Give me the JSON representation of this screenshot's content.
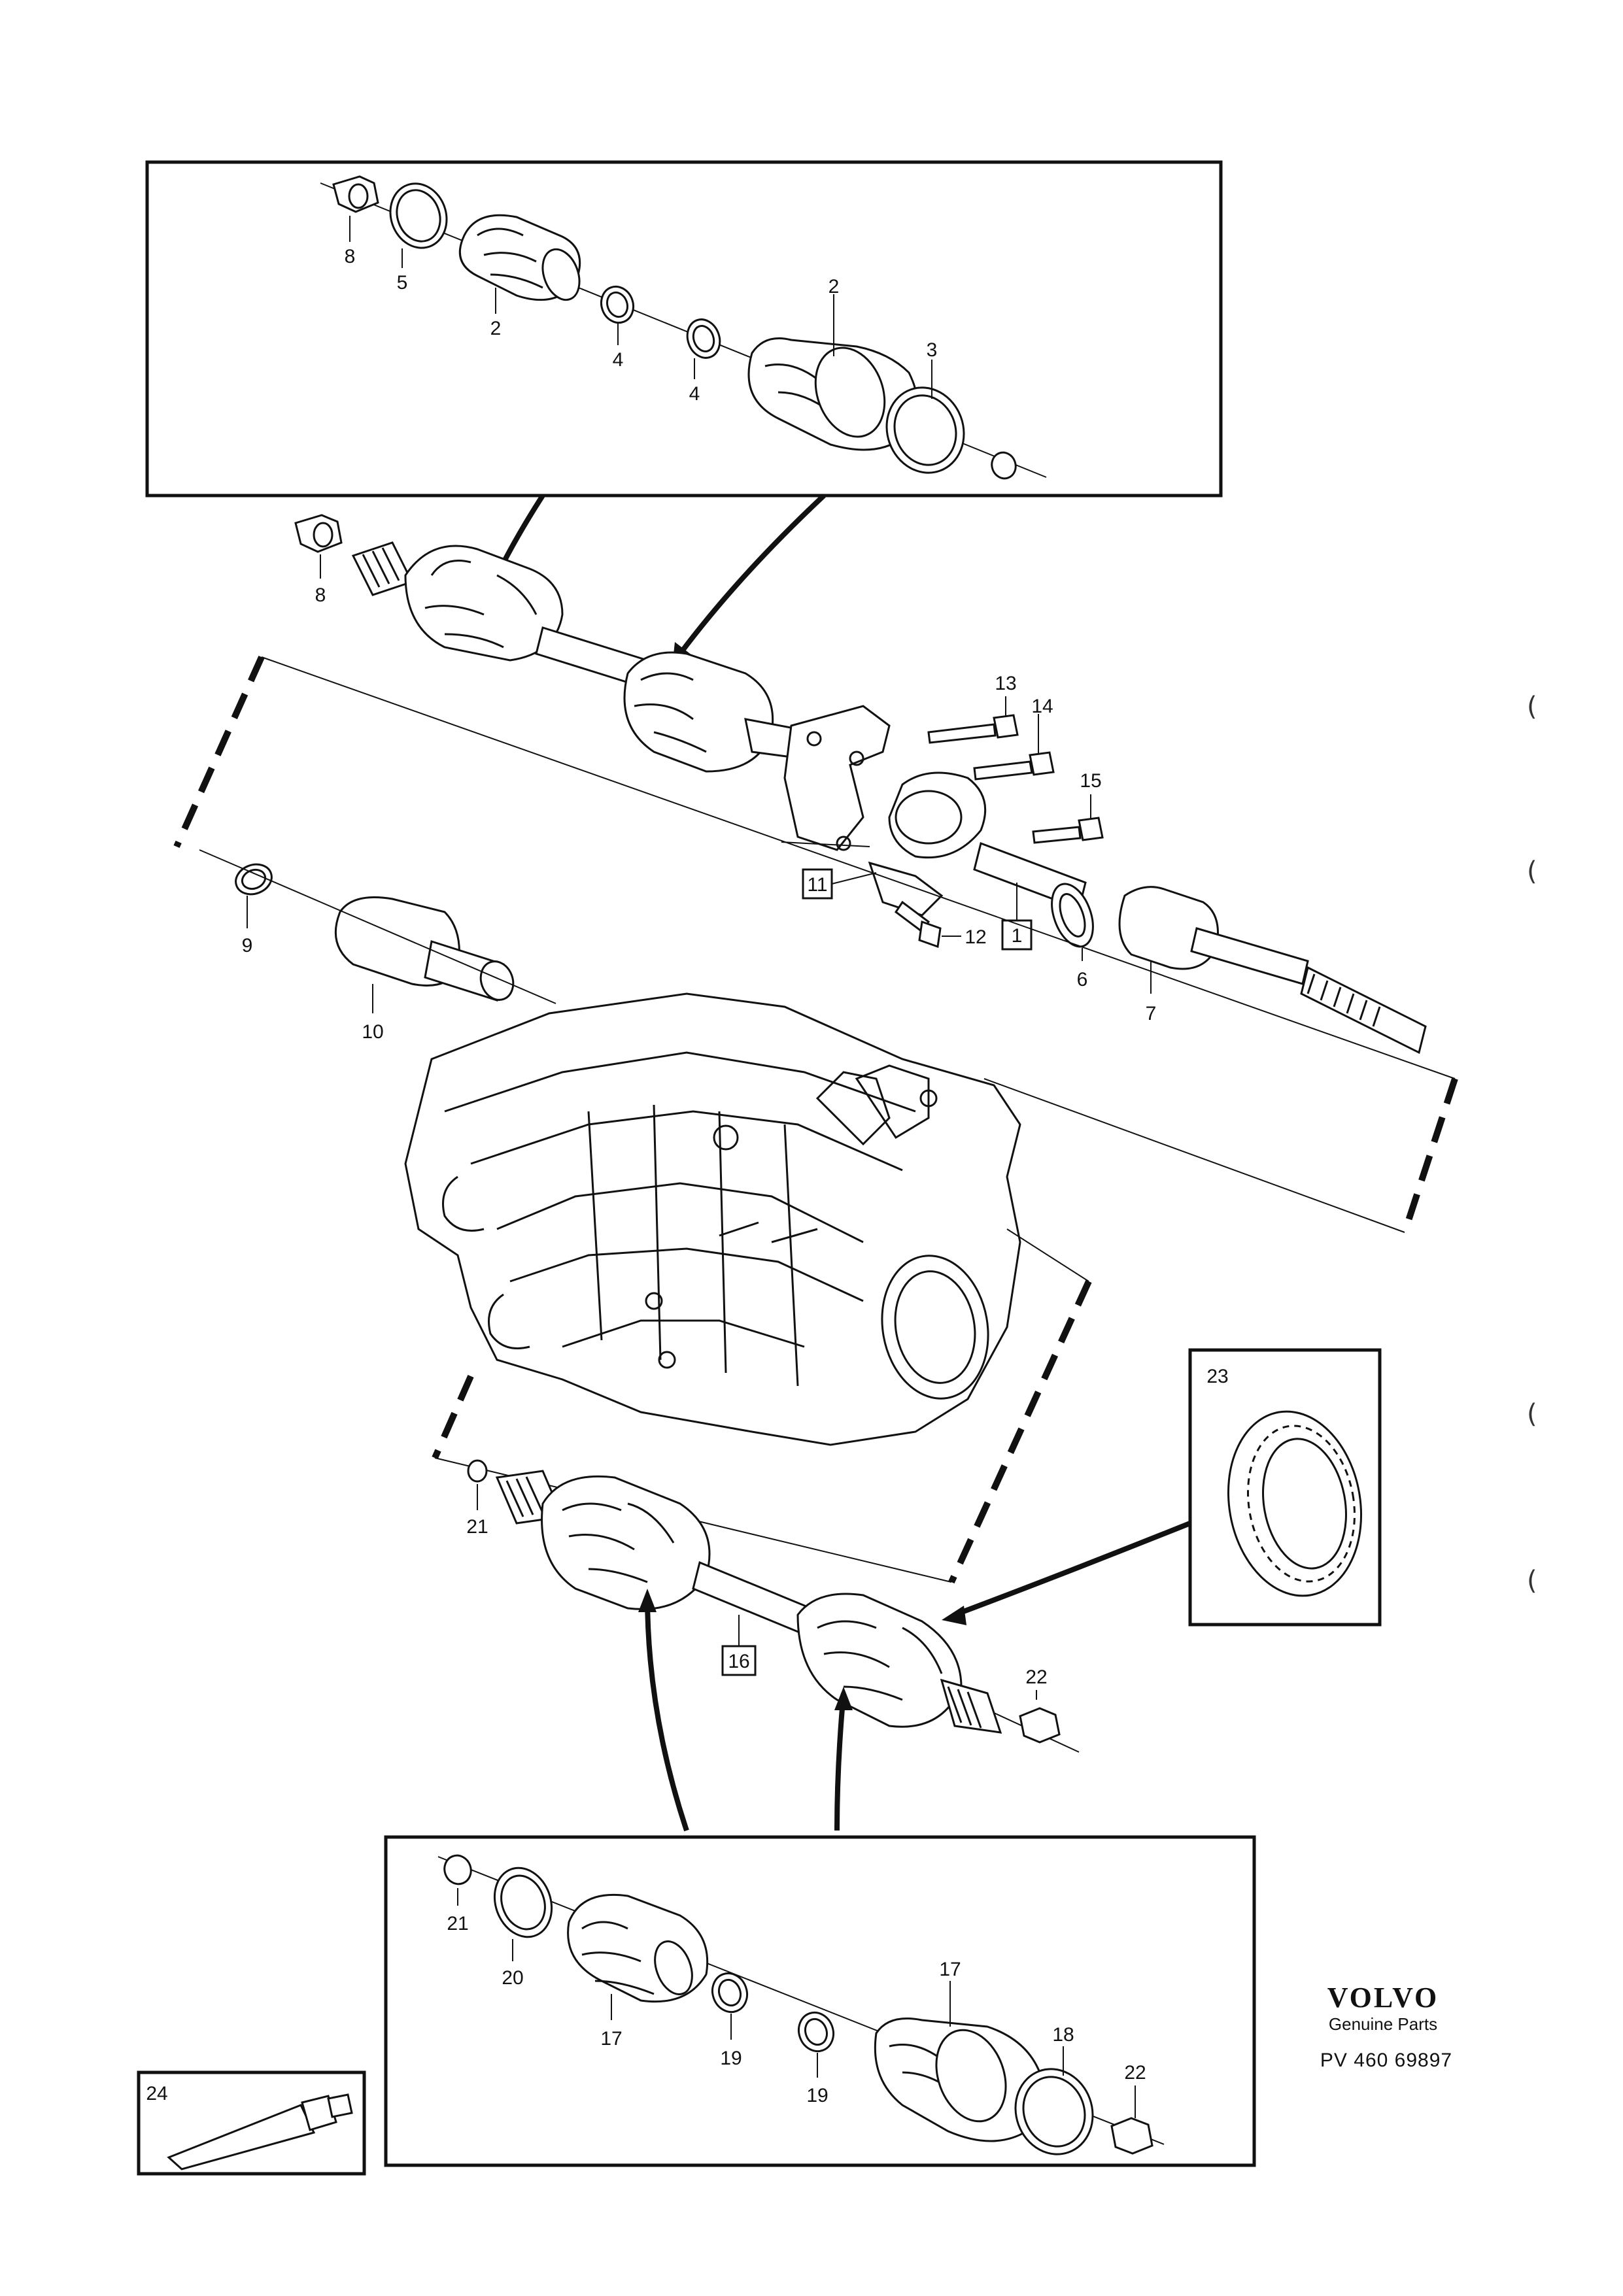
{
  "labels": {
    "top_8": "8",
    "top_5": "5",
    "top_2a": "2",
    "top_4a": "4",
    "top_4b": "4",
    "top_2b": "2",
    "top_3": "3",
    "mid_8": "8",
    "p13": "13",
    "p14": "14",
    "p15": "15",
    "p11": "11",
    "p12": "12",
    "p1": "1",
    "p6": "6",
    "p7": "7",
    "p9": "9",
    "p10": "10",
    "p23": "23",
    "p21": "21",
    "p16": "16",
    "p22": "22",
    "bot_21": "21",
    "bot_20": "20",
    "bot_17a": "17",
    "bot_19a": "19",
    "bot_19b": "19",
    "bot_17b": "17",
    "bot_18": "18",
    "bot_22": "22",
    "p24": "24"
  },
  "brand": {
    "logo": "VOLVO",
    "subtitle": "Genuine Parts",
    "code": "PV 460 69897"
  },
  "marks": {
    "paren": "("
  }
}
